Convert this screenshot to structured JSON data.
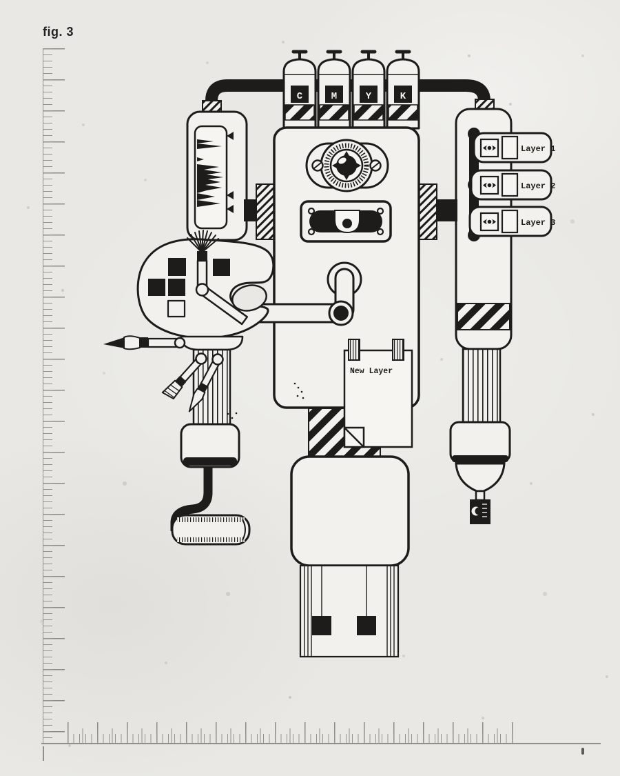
{
  "figure": {
    "label": "fig. 3"
  },
  "tanks": {
    "labels": [
      "C",
      "M",
      "Y",
      "K"
    ]
  },
  "layers_panel": {
    "items": [
      {
        "label": "Layer 1"
      },
      {
        "label": "Layer 2"
      },
      {
        "label": "Layer 3"
      }
    ]
  },
  "note": {
    "label": "New Layer"
  },
  "colors": {
    "ink": "#1d1c1a",
    "paper": "#e9e8e4",
    "machine_fill": "#f2f1ed",
    "ruler": "#8b8b88"
  },
  "icons": {
    "eye-icon": "almond eye with pupil (layer visibility)",
    "screw-icon": "circle with slash",
    "valve-icon": "T-handle valve",
    "histogram-icon": "spiky level histogram",
    "hazard-stripes": "diagonal black stripes"
  }
}
